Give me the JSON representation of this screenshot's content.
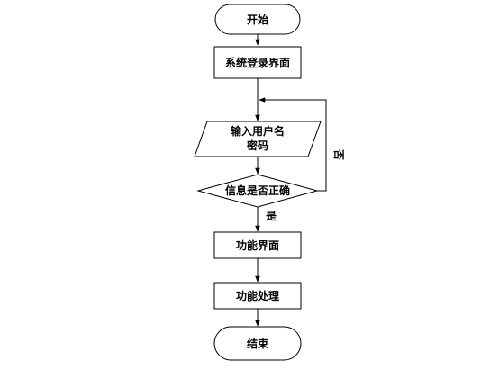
{
  "flowchart": {
    "nodes": {
      "start": "开始",
      "login_screen": "系统登录界面",
      "input_line1": "输入用户名",
      "input_line2": "密码",
      "check": "信息是否正确",
      "function_screen": "功能界面",
      "function_process": "功能处理",
      "end": "结束"
    },
    "edge_labels": {
      "yes": "是",
      "no": "否"
    }
  }
}
